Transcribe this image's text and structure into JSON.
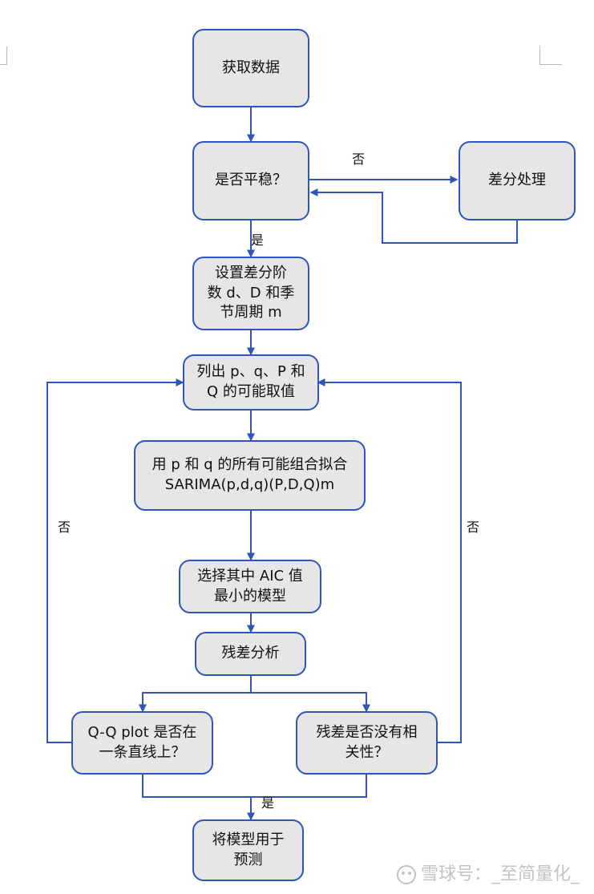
{
  "diagram": {
    "nodes": {
      "get_data": "获取数据",
      "stationary_check": "是否平稳？",
      "diff_process": "差分处理",
      "set_params": "设置差分阶\n数 d、D 和季\n节周期 m",
      "list_values": "列出 p、q、P 和\nQ 的可能取值",
      "fit_models": "用 p 和 q 的所有可能组合拟合\nSARIMA(p,d,q)(P,D,Q)m",
      "select_model": "选择其中 AIC 值\n最小的模型",
      "residual_analysis": "残差分析",
      "qq_plot_check": "Q-Q plot 是否在\n一条直线上？",
      "residual_corr_check": "残差是否没有相\n关性？",
      "forecast": "将模型用于\n预测"
    },
    "labels": {
      "no_top": "否",
      "yes_top": "是",
      "no_left": "否",
      "no_right": "否",
      "yes_bottom": "是"
    },
    "colors": {
      "node_fill": "#e6e6e6",
      "node_border": "#2f55b8",
      "arrow": "#2f55b8"
    }
  },
  "watermark": {
    "text": "雪球号：_至简量化_",
    "icon": "snowball-icon"
  }
}
